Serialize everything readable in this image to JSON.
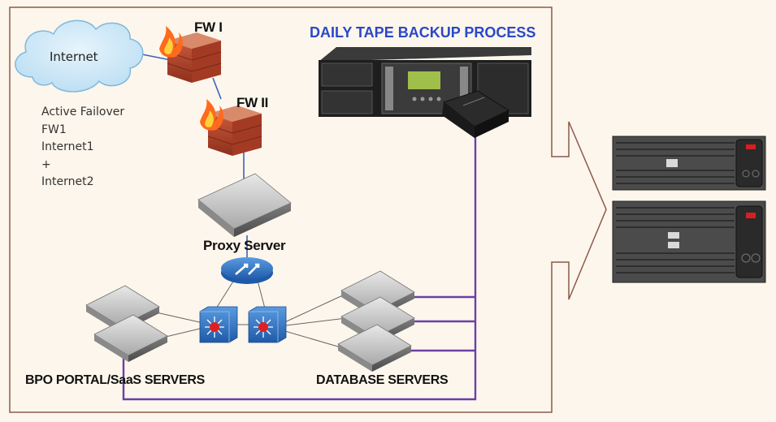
{
  "title": "DAILY TAPE BACKUP PROCESS",
  "cloud_label": "Internet",
  "firewalls": [
    "FW I",
    "FW II"
  ],
  "failover_lines": [
    "Active Failover",
    "FW1",
    "Internet1",
    "+",
    "Internet2"
  ],
  "proxy_label": "Proxy Server",
  "bpo_label": "BPO PORTAL/SaaS SERVERS",
  "db_label": "DATABASE SERVERS",
  "colors": {
    "background": "#fdf6ec",
    "frame": "#8a5a4a",
    "link": "#3b63b8",
    "backup_link": "#6a3fa8",
    "title": "#2a48c8",
    "firewall_brick": "#b5402a",
    "switch_blue": "#2f6fc4",
    "cloud": "#c9e6f7"
  },
  "icons": [
    "cloud-icon",
    "firewall-icon",
    "server-icon",
    "router-icon",
    "switch-icon",
    "tape-library-icon",
    "tape-cartridge-icon",
    "rack-storage-icon",
    "arrow-icon"
  ]
}
